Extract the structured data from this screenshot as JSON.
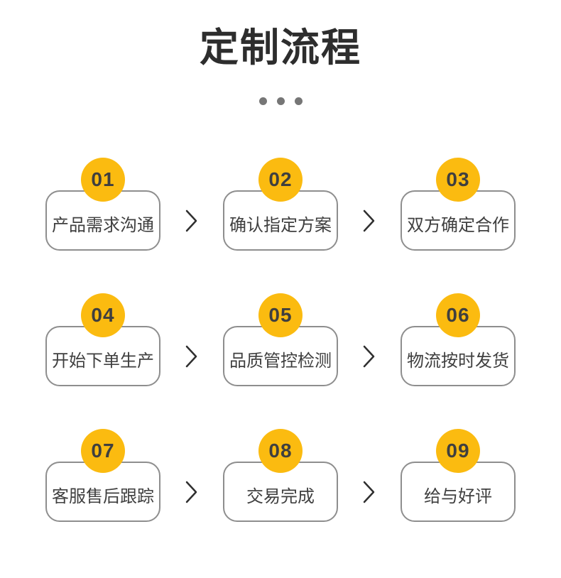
{
  "title": "定制流程",
  "divider": {
    "dot_count": 3
  },
  "colors": {
    "background": "#ffffff",
    "title_text": "#2d2d2d",
    "badge_yellow": "#fbbb10",
    "badge_number_text": "#3f3f3f",
    "box_border": "#8e8e8e",
    "box_label_text": "#3f3f3f",
    "divider_dot": "#767676",
    "arrow_stroke": "#2f2f2f"
  },
  "connector_icon": "chevron-right",
  "steps": [
    {
      "number": "01",
      "label": "产品需求沟通"
    },
    {
      "number": "02",
      "label": "确认指定方案"
    },
    {
      "number": "03",
      "label": "双方确定合作"
    },
    {
      "number": "04",
      "label": "开始下单生产"
    },
    {
      "number": "05",
      "label": "品质管控检测"
    },
    {
      "number": "06",
      "label": "物流按时发货"
    },
    {
      "number": "07",
      "label": "客服售后跟踪"
    },
    {
      "number": "08",
      "label": "交易完成"
    },
    {
      "number": "09",
      "label": "给与好评"
    }
  ]
}
